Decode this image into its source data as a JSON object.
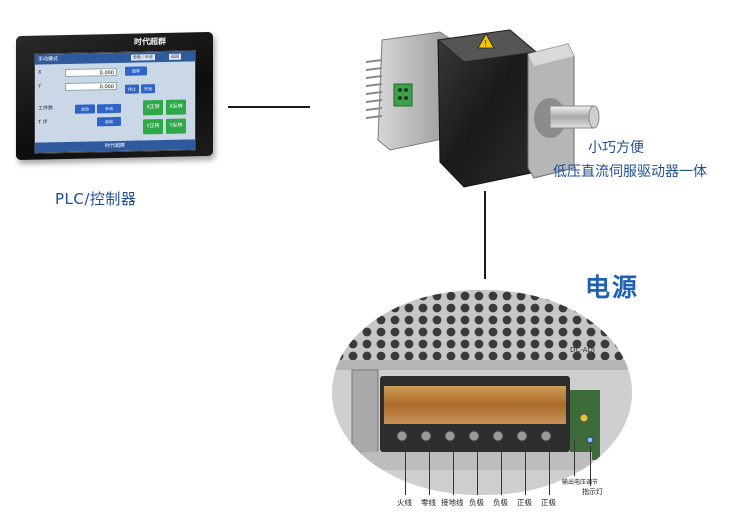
{
  "plc": {
    "brand": "时代超群",
    "label": "PLC/控制器",
    "screen": {
      "title": "手动模式",
      "tag1": "参数 / 步进",
      "tag2": "返回",
      "row1": "X",
      "row2": "Y",
      "row3": "工件数",
      "row4": "T 步",
      "val1": "0.000",
      "val2": "0.000",
      "btn_b1": "回零",
      "btn_b2": "停止",
      "btn_b3": "开始",
      "btn_b4": "启动",
      "btn_b5": "手动",
      "btn_b6": "自动",
      "btn_g1": "X正转",
      "btn_g2": "X反转",
      "btn_g3": "Y正转",
      "btn_g4": "Y反转",
      "bottom": "时代超群"
    }
  },
  "motor": {
    "label_line1": "小巧方便",
    "label_line2": "低压直流伺服驱动器一体"
  },
  "power": {
    "label": "电源",
    "plate_text": "DC-ADJ",
    "terminals": [
      "火线",
      "零线",
      "接地线",
      "负极",
      "负极",
      "正极",
      "正极"
    ],
    "indicator_left": "输出电压调节",
    "indicator_right": "指示灯"
  },
  "colors": {
    "label_blue": "#1f4f96",
    "power_title_blue": "#1f5fb4",
    "hmi_screen_bg": "#c9d7e6",
    "hmi_button_green": "#2fa84a",
    "hmi_button_blue": "#2e64c8",
    "terminal_orange": "#c98a3c"
  }
}
